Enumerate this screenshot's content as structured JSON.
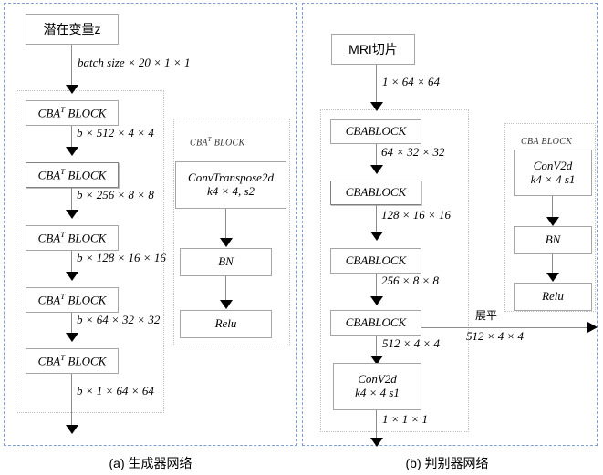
{
  "figure": {
    "panels": [
      {
        "id": "generator",
        "caption": "(a) 生成器网络",
        "input_label": "潜在变量z",
        "input_edge": "batch size × 20 × 1 × 1",
        "blocks": [
          {
            "label": "CBA",
            "sup": "T",
            "suffix": " BLOCK",
            "out": "b × 512 × 4 × 4"
          },
          {
            "label": "CBA",
            "sup": "T",
            "suffix": " BLOCK",
            "out": "b × 256 × 8 × 8"
          },
          {
            "label": "CBA",
            "sup": "T",
            "suffix": " BLOCK",
            "out": "b × 128 × 16 × 16"
          },
          {
            "label": "CBA",
            "sup": "T",
            "suffix": " BLOCK",
            "out": "b × 64 × 32 × 32"
          },
          {
            "label": "CBA",
            "sup": "T",
            "suffix": " BLOCK",
            "out": "b × 1 × 64 × 64"
          }
        ],
        "legend": {
          "title_main": "CBA",
          "title_sup": "T",
          "title_suffix": " BLOCK",
          "steps": [
            {
              "line1": "ConvTranspose2d",
              "line2": "k4 × 4, s2"
            },
            {
              "line1": "BN",
              "line2": ""
            },
            {
              "line1": "Relu",
              "line2": ""
            }
          ]
        }
      },
      {
        "id": "discriminator",
        "caption": "(b) 判别器网络",
        "input_label": "MRI切片",
        "input_edge": "1 × 64 × 64",
        "blocks": [
          {
            "label": "CBABLOCK",
            "sup": "",
            "suffix": "",
            "out": "64 × 32 × 32"
          },
          {
            "label": "CBABLOCK",
            "sup": "",
            "suffix": "",
            "out": "128 × 16 × 16"
          },
          {
            "label": "CBABLOCK",
            "sup": "",
            "suffix": "",
            "out": "256 × 8 × 8"
          },
          {
            "label": "CBABLOCK",
            "sup": "",
            "suffix": "",
            "out": "512 × 4 × 4"
          }
        ],
        "tail": {
          "line1": "ConV2d",
          "line2": "k4 × 4 s1",
          "out": "1 × 1 × 1"
        },
        "flatten": {
          "label": "展平",
          "size": "512 × 4 × 4"
        },
        "legend": {
          "title_main": "CBA BLOCK",
          "title_sup": "",
          "title_suffix": "",
          "steps": [
            {
              "line1": "ConV2d",
              "line2": "k4 × 4 s1"
            },
            {
              "line1": "BN",
              "line2": ""
            },
            {
              "line1": "Relu",
              "line2": ""
            }
          ]
        }
      }
    ]
  },
  "colors": {
    "panel_border": "#7f9fd4",
    "group_border": "#c0c0c0",
    "node_border": "#a6a6a6",
    "connector": "#8c8c8c",
    "arrow": "#000000"
  }
}
